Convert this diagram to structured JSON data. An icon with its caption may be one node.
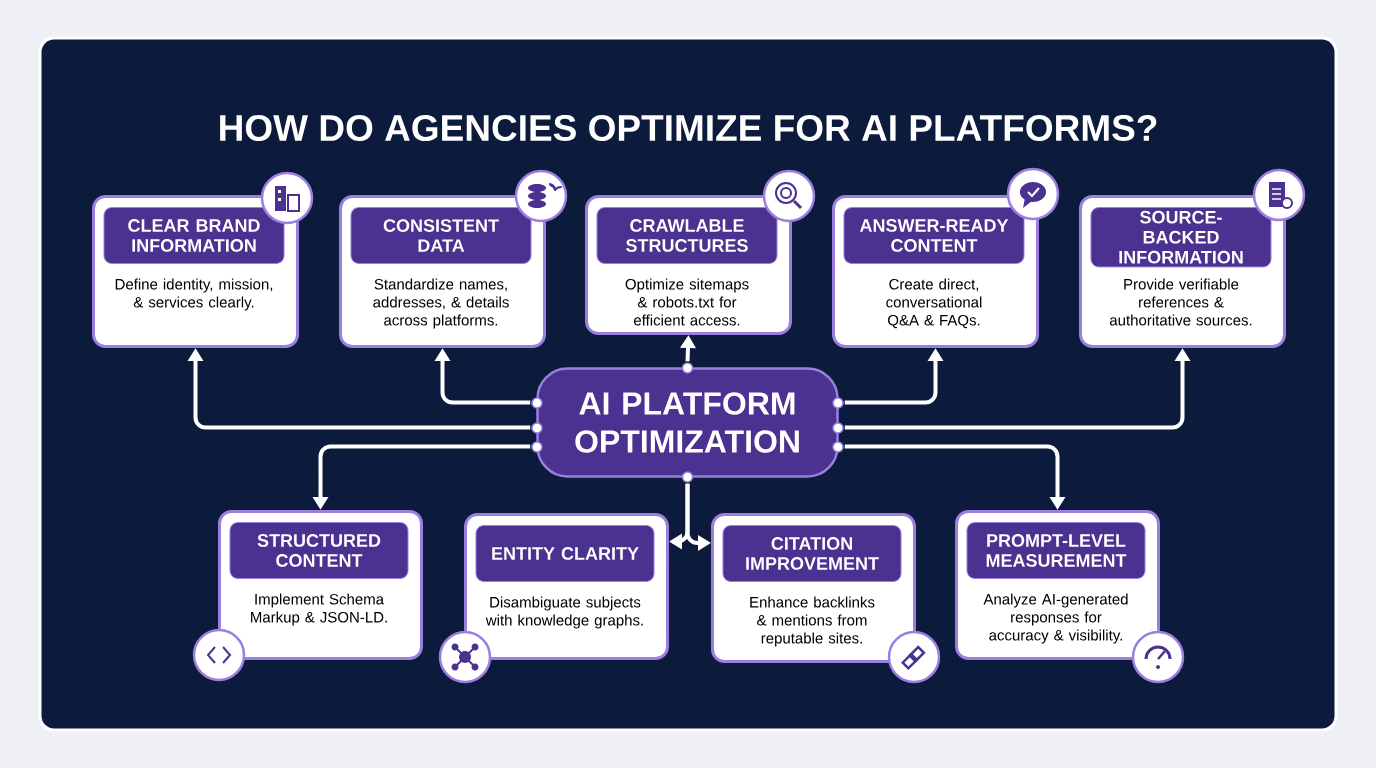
{
  "diagram": {
    "title": "HOW DO AGENCIES OPTIMIZE FOR AI PLATFORMS?",
    "nodes": [
      {
        "text": [
          "AI PLATFORM OPTIMIZATION"
        ]
      },
      {
        "text": [
          "CLEAR BRAND INFORMATION",
          "Define identity, mission, & services clearly."
        ]
      },
      {
        "text": [
          "CONSISTENT DATA",
          "Standardize names, addresses, & details across platforms."
        ]
      },
      {
        "text": [
          "CRAWLABLE STRUCTURES",
          "Optimize sitemaps & robots.txt for efficient access."
        ]
      },
      {
        "text": [
          "ANSWER-READY CONTENT",
          "Create direct, conversational Q&A & FAQs."
        ]
      },
      {
        "text": [
          "SOURCE-BACKED INFORMATION",
          "Provide verifiable references & authoritative sources."
        ]
      },
      {
        "text": [
          "STRUCTURED CONTENT",
          "Implement Schema Markup & JSON-LD."
        ]
      },
      {
        "text": [
          "ENTITY CLARITY",
          "Disambiguate subjects with knowledge graphs."
        ]
      },
      {
        "text": [
          "CITATION IMPROVEMENT",
          "Enhance backlinks & mentions from reputable sites."
        ]
      },
      {
        "text": [
          "PROMPT-LEVEL MEASUREMENT",
          "Analyze AI-generated responses for accuracy & visibility."
        ]
      }
    ],
    "edges": [
      {
        "from": 0,
        "to": 1,
        "arrow": "to"
      },
      {
        "from": 0,
        "to": 2,
        "arrow": "to"
      },
      {
        "from": 0,
        "to": 3,
        "arrow": "to"
      },
      {
        "from": 0,
        "to": 4,
        "arrow": "to"
      },
      {
        "from": 0,
        "to": 5,
        "arrow": "to"
      },
      {
        "from": 0,
        "to": 6,
        "arrow": "to"
      },
      {
        "from": 0,
        "to": 7,
        "arrow": "to"
      },
      {
        "from": 0,
        "to": 8,
        "arrow": "to"
      },
      {
        "from": 0,
        "to": 9,
        "arrow": "to"
      }
    ]
  }
}
